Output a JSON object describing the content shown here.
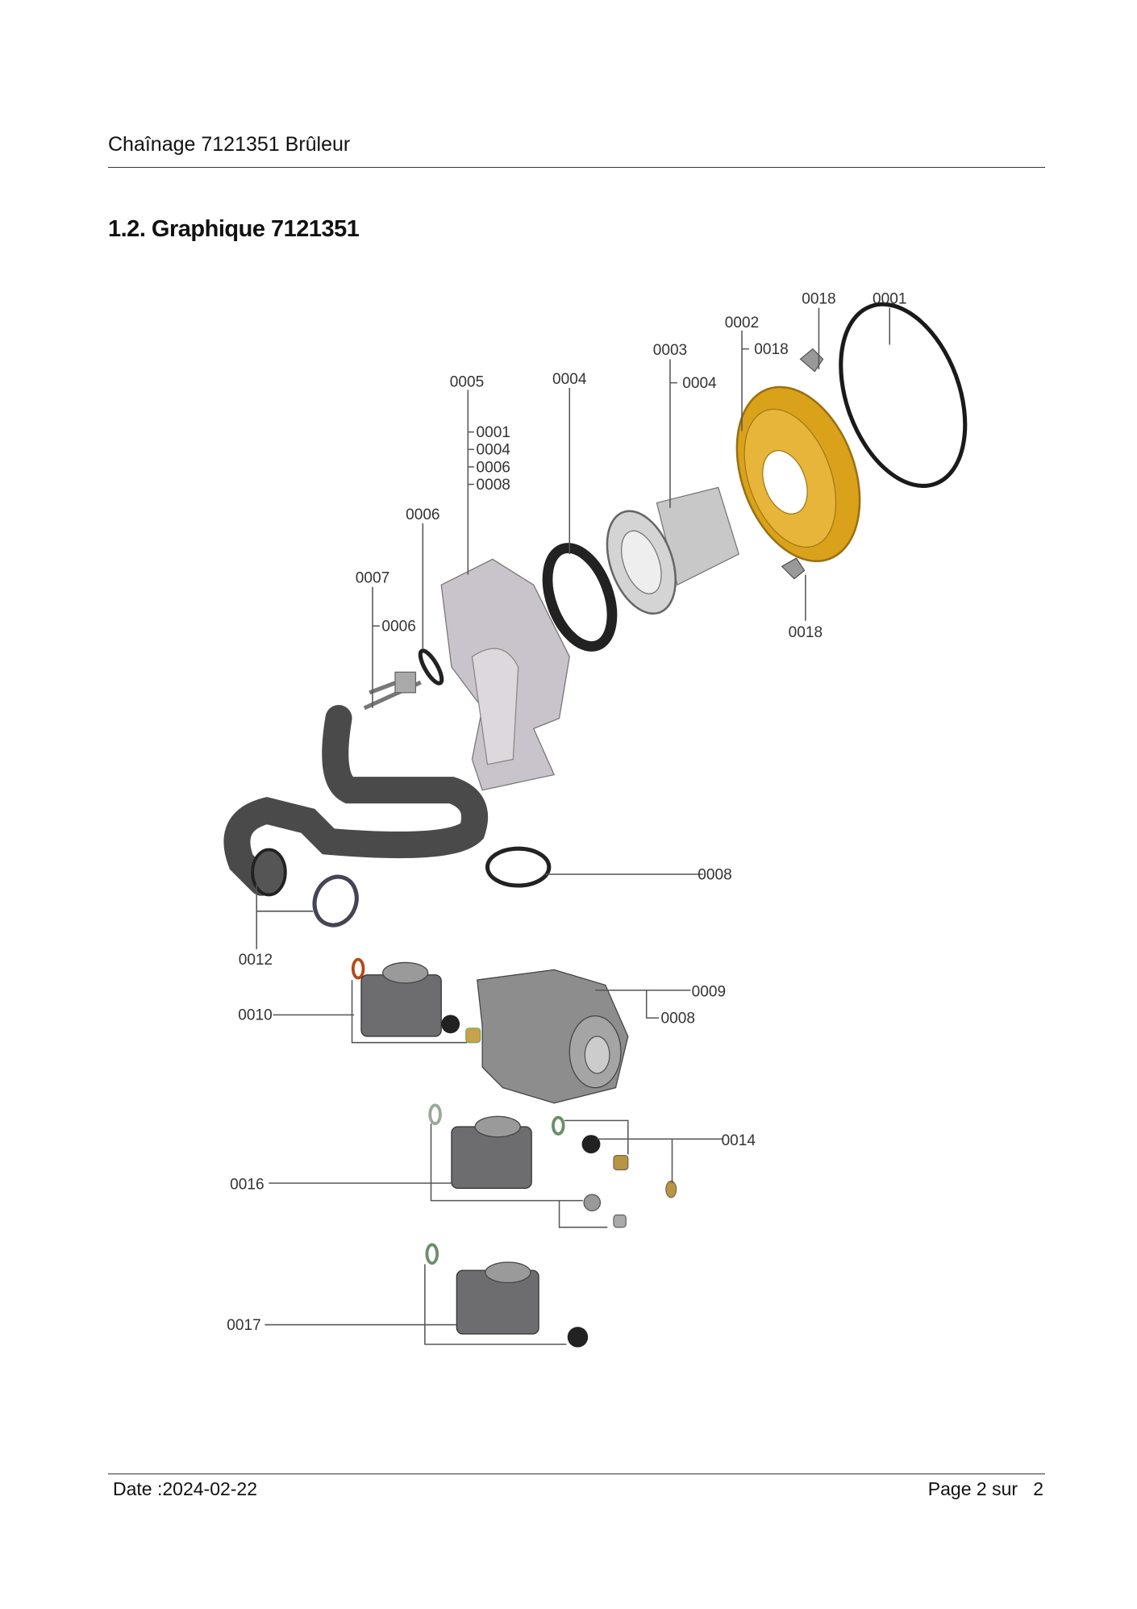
{
  "header": {
    "title": "Chaînage 7121351 Brûleur"
  },
  "section": {
    "heading": "1.2. Graphique 7121351"
  },
  "diagram": {
    "labels": {
      "l0018a": "0018",
      "l0001": "0001",
      "l0002": "0002",
      "l0018b": "0018",
      "l0003": "0003",
      "l0004a": "0004",
      "l0005": "0005",
      "l0004b": "0004",
      "l0005_1": "0001",
      "l0005_2": "0004",
      "l0005_3": "0006",
      "l0005_4": "0008",
      "l0006": "0006",
      "l0007": "0007",
      "l0007_1": "0006",
      "l0018c": "0018",
      "l0008": "0008",
      "l0012": "0012",
      "l0010": "0010",
      "l0009": "0009",
      "l0009_1": "0008",
      "l0014": "0014",
      "l0016": "0016",
      "l0017": "0017"
    },
    "colors": {
      "gold": "#d9a21a",
      "housing": "#c9c3cc",
      "dark": "#3a3a3a",
      "grey": "#b8b8b8"
    }
  },
  "footer": {
    "date": "Date :2024-02-22",
    "page": "Page 2 sur   2"
  }
}
